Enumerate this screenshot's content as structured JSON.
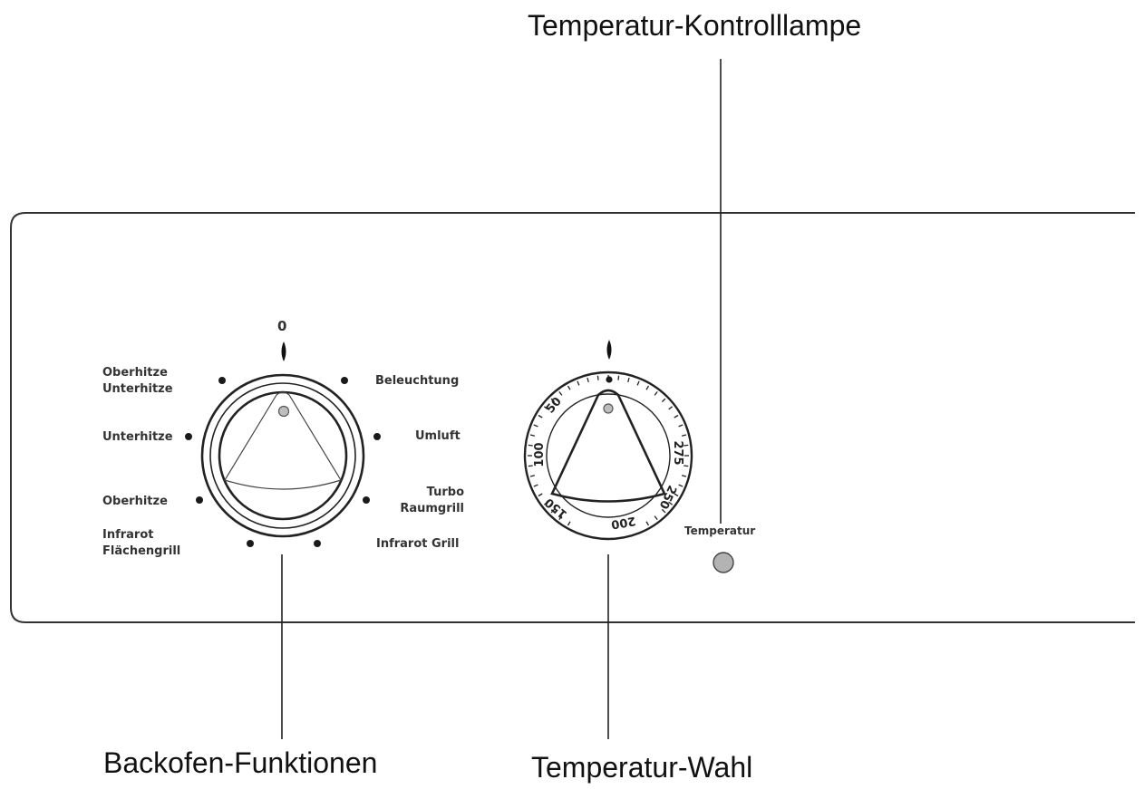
{
  "callouts": {
    "indicator_lamp": "Temperatur-Kontrolllampe",
    "oven_functions": "Backofen-Funktionen",
    "temperature_select": "Temperatur-Wahl"
  },
  "function_knob": {
    "zero_mark": "0",
    "labels": {
      "top_heat_bottom_heat_1": "Oberhitze",
      "top_heat_bottom_heat_2": "Unterhitze",
      "bottom_heat": "Unterhitze",
      "top_heat": "Oberhitze",
      "infrared_surface_grill_1": "Infrarot",
      "infrared_surface_grill_2": "Flächengrill",
      "lighting": "Beleuchtung",
      "convection": "Umluft",
      "turbo_grill_1": "Turbo",
      "turbo_grill_2": "Raumgrill",
      "infrared_grill": "Infrarot Grill"
    }
  },
  "temperature_knob": {
    "scale": [
      "50",
      "100",
      "150",
      "200",
      "250",
      "275"
    ]
  },
  "indicator": {
    "label": "Temperatur",
    "lamp_color": "#b3b3b3"
  },
  "colors": {
    "line": "#222222",
    "panel_border": "#333333",
    "dot": "#1a1a1a",
    "lamp": "#b3b3b3"
  }
}
